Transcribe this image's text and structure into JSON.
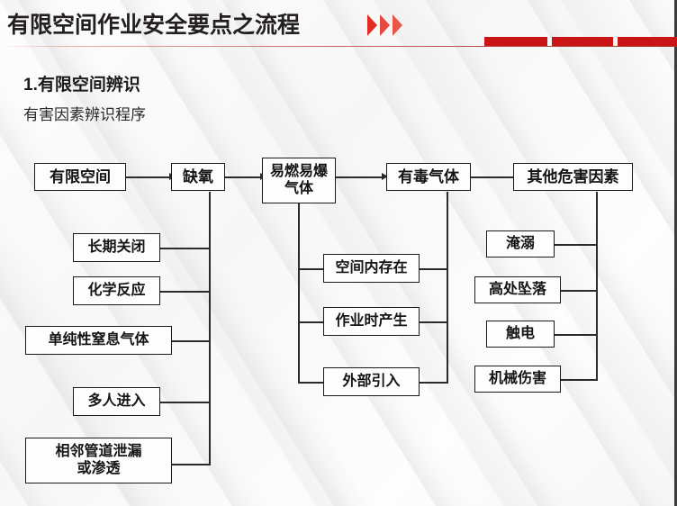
{
  "header": {
    "title": "有限空间作业安全要点之流程",
    "chevron_icon": "double-chevron-right-icon",
    "accent_color": "#ca1517",
    "blocks": [
      "",
      "",
      ""
    ]
  },
  "section": {
    "number_title": "1.有限空间辨识",
    "subtitle": "有害因素辨识程序"
  },
  "chart_data": {
    "type": "diagram",
    "title": "有害因素辨识程序",
    "main_chain": [
      {
        "id": "n1",
        "label": "有限空间"
      },
      {
        "id": "n2",
        "label": "缺氧"
      },
      {
        "id": "n3",
        "label": "易燃易爆\n气体"
      },
      {
        "id": "n4",
        "label": "有毒气体"
      },
      {
        "id": "n5",
        "label": "其他危害因素"
      }
    ],
    "branches": [
      {
        "parent": "缺氧",
        "side": "left",
        "children": [
          "长期关闭",
          "化学反应",
          "单纯性窒息气体",
          "多人进入",
          "相邻管道泄漏或渗透"
        ]
      },
      {
        "parent": "易燃易爆气体",
        "side": "left",
        "children": [
          "空间内存在",
          "作业时产生",
          "外部引入"
        ]
      },
      {
        "parent": "有毒气体",
        "side": "right",
        "children": [
          "空间内存在",
          "作业时产生",
          "外部引入"
        ]
      },
      {
        "parent": "其他危害因素",
        "side": "left",
        "children": [
          "淹溺",
          "高处坠落",
          "触电",
          "机械伤害"
        ]
      }
    ]
  },
  "nodes": {
    "confined_space": "有限空间",
    "oxygen_deficiency": "缺氧",
    "flammable_gas_line1": "易燃易爆",
    "flammable_gas_line2": "气体",
    "toxic_gas": "有毒气体",
    "other_hazards": "其他危害因素",
    "long_term_closed": "长期关闭",
    "chemical_reaction": "化学反应",
    "simple_asphyxiant_gas": "单纯性窒息气体",
    "multiple_people_entry": "多人进入",
    "adjacent_pipe_leak_line1": "相邻管道泄漏",
    "adjacent_pipe_leak_line2": "或渗透",
    "exists_in_space": "空间内存在",
    "generated_during_work": "作业时产生",
    "introduced_externally": "外部引入",
    "drowning": "淹溺",
    "fall_from_height": "高处坠落",
    "electric_shock": "触电",
    "mechanical_injury": "机械伤害"
  }
}
